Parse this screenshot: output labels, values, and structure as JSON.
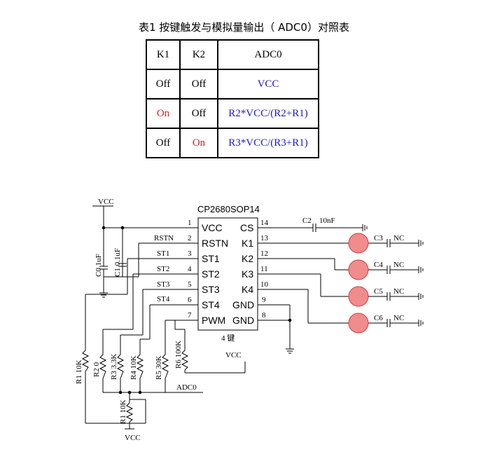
{
  "title": "表1 按键触发与模拟量输出（ ADC0）对照表",
  "table": {
    "header": [
      "K1",
      "K2",
      "ADC0"
    ],
    "rows": [
      {
        "k1": "Off",
        "k2": "Off",
        "adc0": "VCC",
        "k1_color": "#000000",
        "k2_color": "#000000",
        "adc0_color": "#1a1acc"
      },
      {
        "k1": "On",
        "k2": "Off",
        "adc0": "R2*VCC/(R2+R1)",
        "k1_color": "#e02020",
        "k2_color": "#000000",
        "adc0_color": "#1a1acc"
      },
      {
        "k1": "Off",
        "k2": "On",
        "adc0": "R3*VCC/(R3+R1)",
        "k1_color": "#000000",
        "k2_color": "#e02020",
        "adc0_color": "#1a1acc"
      }
    ]
  },
  "schematic": {
    "chip_name": "CP2680SOP14",
    "chip_caption": "4 键",
    "left_pins": [
      {
        "num": "1",
        "name": "VCC",
        "net": ""
      },
      {
        "num": "2",
        "name": "RSTN",
        "net": "RSTN"
      },
      {
        "num": "3",
        "name": "ST1",
        "net": "ST1"
      },
      {
        "num": "4",
        "name": "ST2",
        "net": "ST2"
      },
      {
        "num": "5",
        "name": "ST3",
        "net": "ST3"
      },
      {
        "num": "6",
        "name": "ST4",
        "net": "ST4"
      },
      {
        "num": "7",
        "name": "PWM",
        "net": ""
      }
    ],
    "right_pins": [
      {
        "num": "14",
        "name": "CS"
      },
      {
        "num": "13",
        "name": "K1"
      },
      {
        "num": "12",
        "name": "K2"
      },
      {
        "num": "11",
        "name": "K3"
      },
      {
        "num": "10",
        "name": "K4"
      },
      {
        "num": "9",
        "name": "GND"
      },
      {
        "num": "8",
        "name": "GND"
      }
    ],
    "vcc_label": "VCC",
    "adc0_label": "ADC0",
    "c0_label": "C0 1uF",
    "c1_label": "C1 0.1uF",
    "c2_ref": "C2",
    "c2_value": "10nF",
    "pad_caps": [
      {
        "ref": "C3",
        "value": "NC"
      },
      {
        "ref": "C4",
        "value": "NC"
      },
      {
        "ref": "C5",
        "value": "NC"
      },
      {
        "ref": "C6",
        "value": "NC"
      }
    ],
    "resistors": {
      "r1_top": "R1 10K",
      "r2": "R2 0",
      "r3": "R3 3.3K",
      "r4": "R4 10K",
      "r5": "R5 30K",
      "r6": "R6 100K",
      "r1_bottom": "R1 10K"
    },
    "pad_color": "#f08c8c",
    "pad_stroke": "#d04040"
  }
}
